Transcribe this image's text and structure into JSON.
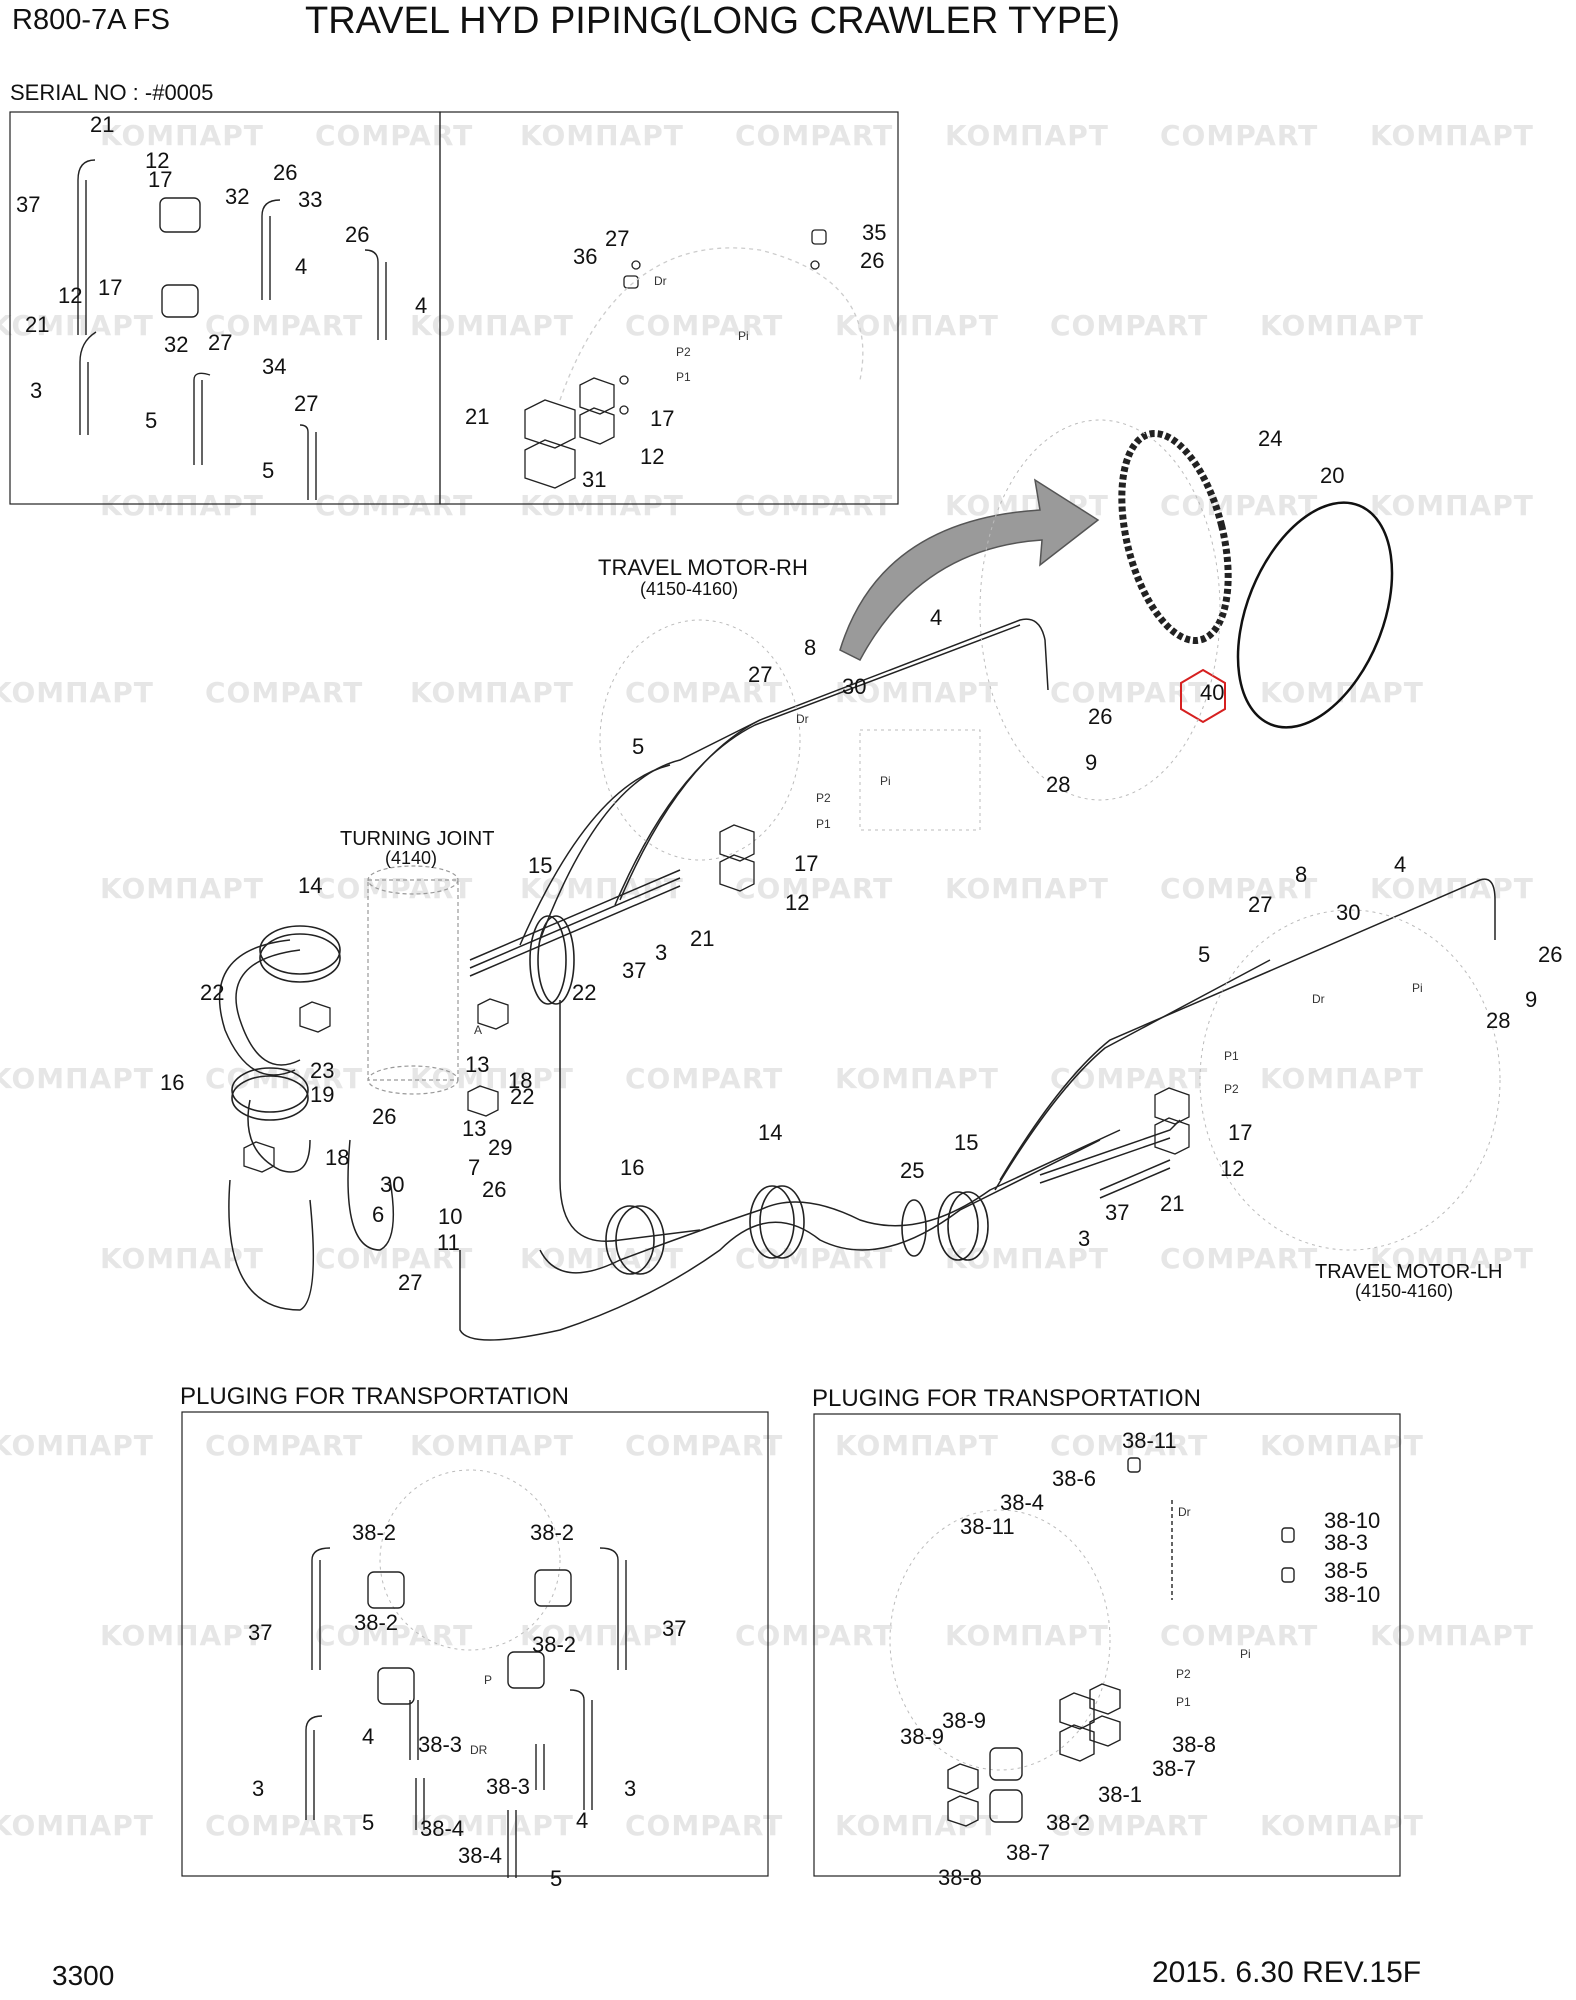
{
  "header": {
    "model": "R800-7A  FS",
    "title": "TRAVEL HYD PIPING(LONG CRAWLER TYPE)",
    "serial": "SERIAL NO : -#0005"
  },
  "footer": {
    "page": "3300",
    "revision": "2015. 6.30  REV.15F"
  },
  "sections": {
    "motor_rh": "TRAVEL MOTOR-RH",
    "motor_rh_code": "(4150-4160)",
    "turning_joint": "TURNING JOINT",
    "turning_joint_code": "(4140)",
    "motor_lh": "TRAVEL MOTOR-LH",
    "motor_lh_code": "(4150-4160)",
    "plug_left": "PLUGING FOR TRANSPORTATION",
    "plug_right": "PLUGING FOR TRANSPORTATION"
  },
  "highlight": {
    "label": "40",
    "color": "#d62020"
  },
  "watermarks": {
    "kompart": "KOMПАРТ",
    "compart": "COMPART"
  },
  "callouts": {
    "inset1": [
      "21",
      "12",
      "17",
      "37",
      "32",
      "26",
      "33",
      "26",
      "4",
      "4",
      "12",
      "17",
      "21",
      "32",
      "27",
      "34",
      "27",
      "3",
      "5",
      "5"
    ],
    "inset2": [
      "27",
      "35",
      "36",
      "26",
      "21",
      "17",
      "12",
      "31"
    ],
    "main": [
      "24",
      "20",
      "4",
      "8",
      "27",
      "30",
      "26",
      "5",
      "9",
      "28",
      "15",
      "14",
      "17",
      "12",
      "22",
      "21",
      "3",
      "37",
      "22",
      "13",
      "18",
      "16",
      "23",
      "19",
      "22",
      "18",
      "26",
      "29",
      "13",
      "7",
      "30",
      "10",
      "6",
      "11",
      "27",
      "26",
      "16",
      "14",
      "25",
      "15",
      "3",
      "37",
      "21",
      "12",
      "17",
      "4",
      "8",
      "27",
      "30",
      "26",
      "5",
      "9",
      "28"
    ],
    "plug_left": [
      "38-2",
      "38-2",
      "37",
      "38-2",
      "37",
      "38-2",
      "4",
      "38-3",
      "38-3",
      "3",
      "3",
      "5",
      "38-4",
      "4",
      "38-4",
      "5"
    ],
    "plug_right": [
      "38-11",
      "38-6",
      "38-4",
      "38-11",
      "38-10",
      "38-3",
      "38-5",
      "38-10",
      "38-9",
      "38-9",
      "38-8",
      "38-7",
      "38-1",
      "38-2",
      "38-7",
      "38-8"
    ]
  },
  "port_labels": {
    "dr": "Dr",
    "pi": "Pi",
    "p1": "P1",
    "p2": "P2",
    "a": "A",
    "DR": "DR",
    "P": "P"
  }
}
